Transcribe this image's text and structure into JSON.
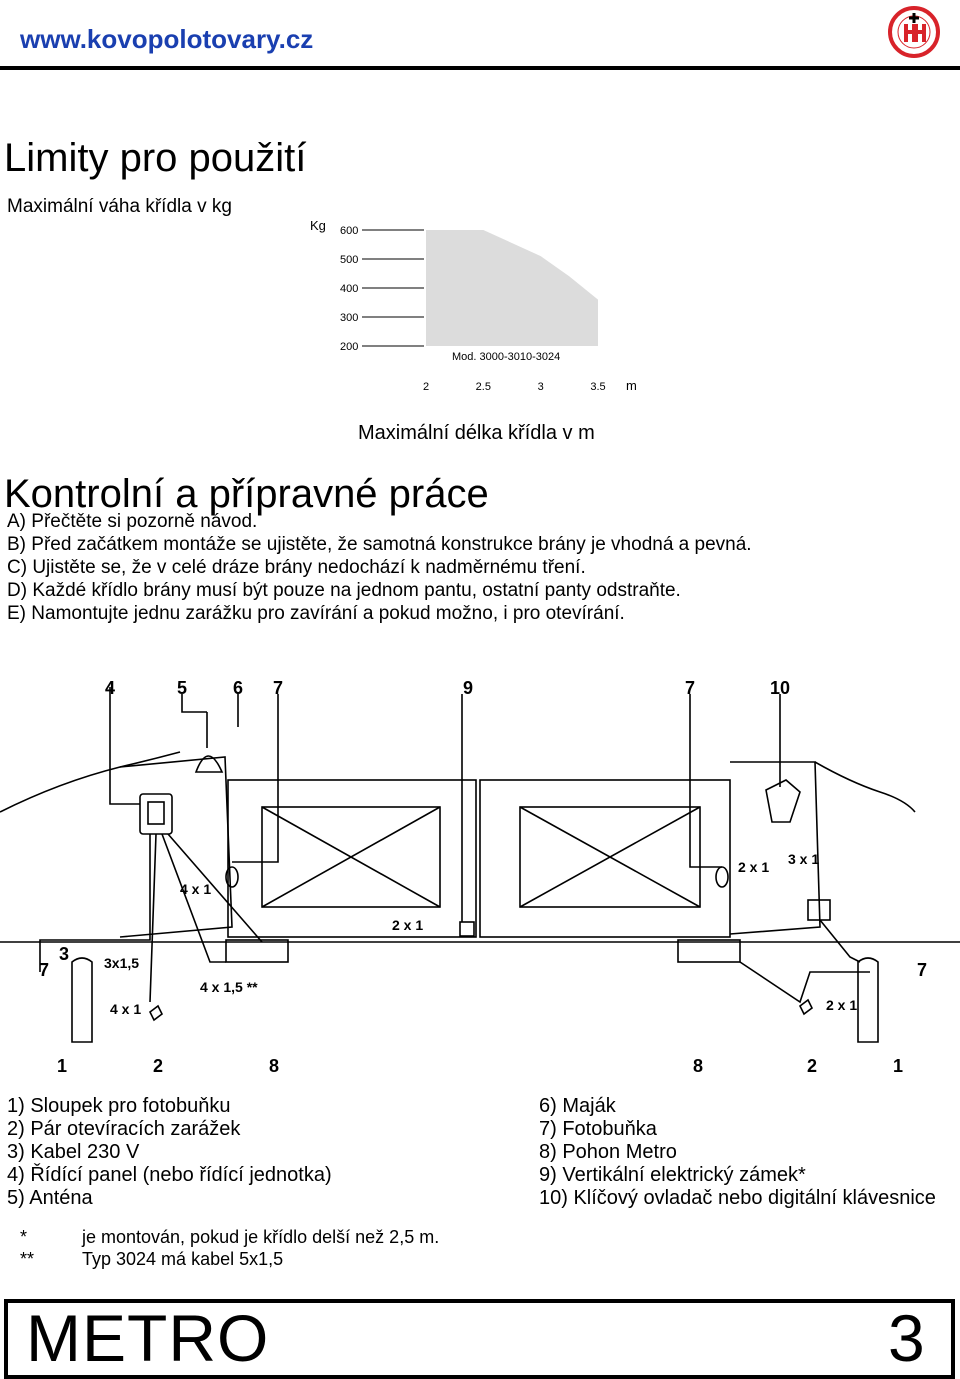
{
  "header": {
    "site_url": "www.kovopolotovary.cz",
    "logo": {
      "icon": "hh-kovomat-logo",
      "color": "#d8232a"
    }
  },
  "section_limits": {
    "title": "Limity pro použití",
    "subtitle": "Maximální váha křídla v kg",
    "chart_caption": "Maximální délka křídla v m"
  },
  "chart_data": {
    "type": "area",
    "y_unit": "Kg",
    "x_unit": "m",
    "x_ticks": [
      "2",
      "2.5",
      "3",
      "3.5"
    ],
    "y_ticks": [
      "600",
      "500",
      "400",
      "300",
      "200"
    ],
    "xlim": [
      2,
      3.5
    ],
    "ylim": [
      200,
      600
    ],
    "series": [
      {
        "name": "Mod. 3000-3010-3024",
        "x": [
          2,
          2.5,
          3,
          3.25,
          3.5
        ],
        "y": [
          600,
          600,
          510,
          440,
          360
        ],
        "color": "#dcdcdc"
      }
    ],
    "grid": false
  },
  "section_prep": {
    "title": "Kontrolní a přípravné práce",
    "items": [
      "A) Přečtěte si pozorně návod.",
      "B) Před začátkem montáže se ujistěte, že samotná konstrukce brány je vhodná a pevná.",
      "C) Ujistěte se, že v celé dráze brány nedochází k nadměrnému tření.",
      "D) Každé křídlo brány musí být pouze na jednom pantu, ostatní panty odstraňte.",
      "E) Namontujte jednu zarážku pro zavírání a pokud možno, i pro otevírání."
    ]
  },
  "diagram": {
    "top_numbers": [
      "4",
      "5",
      "6",
      "7",
      "9",
      "7",
      "10"
    ],
    "bottom_numbers": [
      "1",
      "2",
      "8",
      "8",
      "2",
      "1"
    ],
    "side_numbers": [
      "3",
      "7",
      "7"
    ],
    "cables": [
      "4 x 1",
      "2 x 1",
      "3 x 1",
      "2 x 1",
      "3x1,5",
      "4 x 1",
      "4 x 1,5 **",
      "2 x 1"
    ]
  },
  "legend": {
    "left": [
      "1) Sloupek pro fotobuňku",
      "2) Pár otevíracích zarážek",
      "3) Kabel 230 V",
      "4) Řídící panel (nebo řídící jednotka)",
      "5) Anténa"
    ],
    "right": [
      "6) Maják",
      "7) Fotobuňka",
      "8) Pohon Metro",
      "9) Vertikální elektrický zámek*",
      "10) Klíčový  ovladač nebo digitální klávesnice"
    ]
  },
  "notes": [
    {
      "mark": "*",
      "text": "je montován, pokud je křídlo delší než 2,5 m."
    },
    {
      "mark": "**",
      "text": "Typ 3024 má kabel 5x1,5"
    }
  ],
  "footer": {
    "model": "METRO",
    "page": "3"
  }
}
